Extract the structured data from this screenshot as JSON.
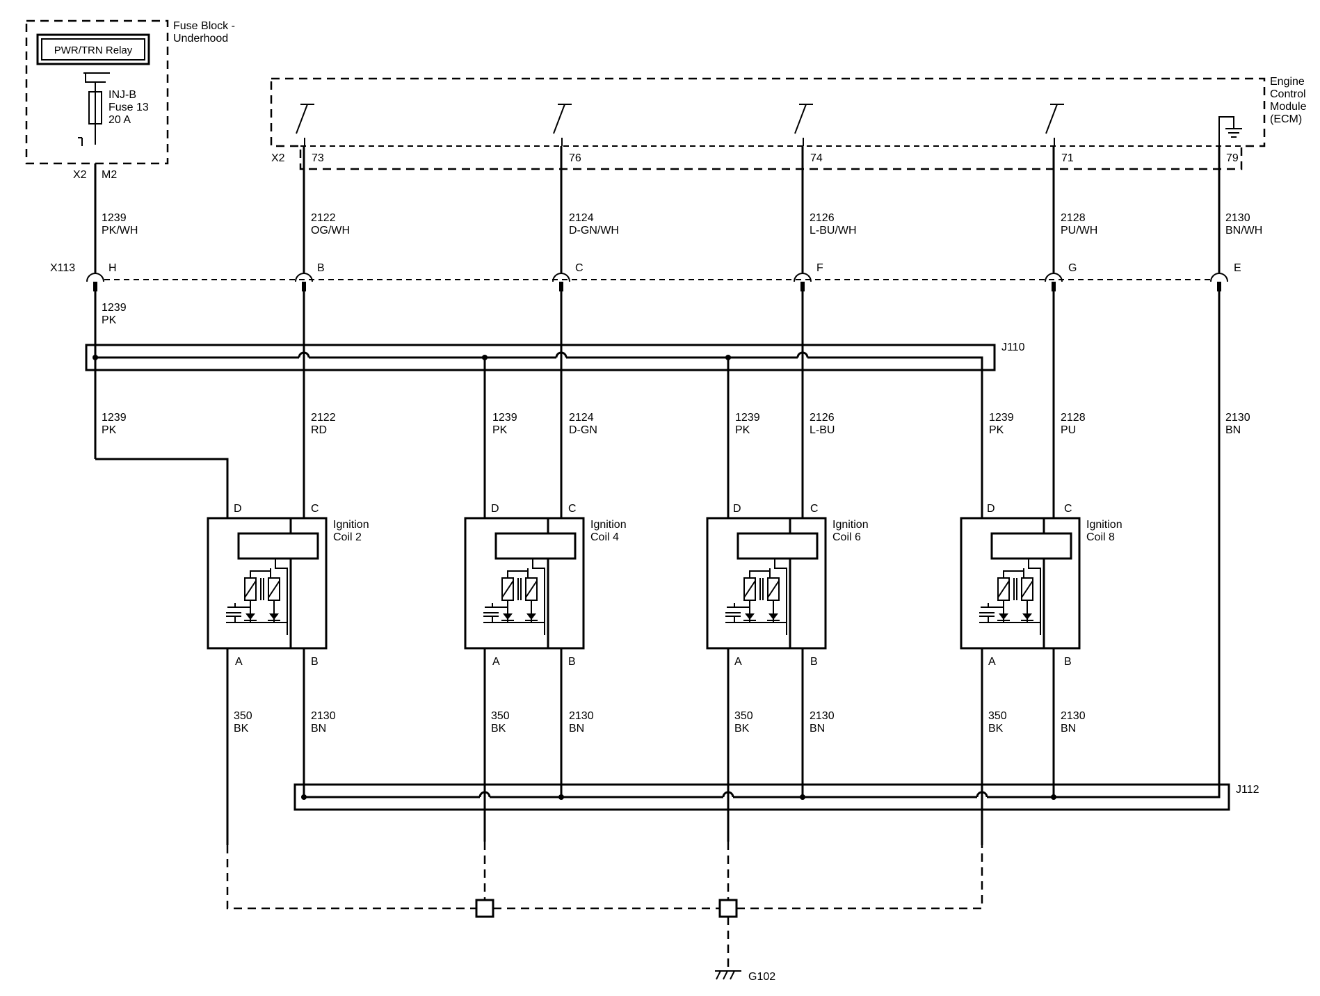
{
  "fuse_block": {
    "title_line1": "Fuse Block -",
    "title_line2": "Underhood",
    "relay": "PWR/TRN Relay",
    "fuse_line1": "INJ-B",
    "fuse_line2": "Fuse 13",
    "fuse_line3": "20 A",
    "connector": "X2",
    "pin": "M2"
  },
  "ecm": {
    "line1": "Engine",
    "line2": "Control",
    "line3": "Module",
    "line4": "(ECM)",
    "connector": "X2",
    "pins": [
      "73",
      "76",
      "74",
      "71",
      "79"
    ]
  },
  "inline_connector": {
    "name": "X113",
    "pins": [
      "H",
      "B",
      "C",
      "F",
      "G",
      "E"
    ]
  },
  "circuits_upper": [
    {
      "num": "1239",
      "color": "PK/WH"
    },
    {
      "num": "2122",
      "color": "OG/WH"
    },
    {
      "num": "2124",
      "color": "D-GN/WH"
    },
    {
      "num": "2126",
      "color": "L-BU/WH"
    },
    {
      "num": "2128",
      "color": "PU/WH"
    },
    {
      "num": "2130",
      "color": "BN/WH"
    }
  ],
  "circuit_mid": {
    "num": "1239",
    "color": "PK"
  },
  "splice_j110": "J110",
  "splice_j112": "J112",
  "circuits_lower": [
    {
      "num": "1239",
      "color": "PK"
    },
    {
      "num": "2122",
      "color": "RD"
    },
    {
      "num": "1239",
      "color": "PK"
    },
    {
      "num": "2124",
      "color": "D-GN"
    },
    {
      "num": "1239",
      "color": "PK"
    },
    {
      "num": "2126",
      "color": "L-BU"
    },
    {
      "num": "1239",
      "color": "PK"
    },
    {
      "num": "2128",
      "color": "PU"
    },
    {
      "num": "2130",
      "color": "BN"
    }
  ],
  "coils": [
    {
      "name_line1": "Ignition",
      "name_line2": "Coil 2",
      "pin_d": "D",
      "pin_c": "C",
      "pin_a": "A",
      "pin_b": "B"
    },
    {
      "name_line1": "Ignition",
      "name_line2": "Coil 4",
      "pin_d": "D",
      "pin_c": "C",
      "pin_a": "A",
      "pin_b": "B"
    },
    {
      "name_line1": "Ignition",
      "name_line2": "Coil 6",
      "pin_d": "D",
      "pin_c": "C",
      "pin_a": "A",
      "pin_b": "B"
    },
    {
      "name_line1": "Ignition",
      "name_line2": "Coil 8",
      "pin_d": "D",
      "pin_c": "C",
      "pin_a": "A",
      "pin_b": "B"
    }
  ],
  "coil_outputs": [
    {
      "gnd_num": "350",
      "gnd_color": "BK",
      "ret_num": "2130",
      "ret_color": "BN"
    },
    {
      "gnd_num": "350",
      "gnd_color": "BK",
      "ret_num": "2130",
      "ret_color": "BN"
    },
    {
      "gnd_num": "350",
      "gnd_color": "BK",
      "ret_num": "2130",
      "ret_color": "BN"
    },
    {
      "gnd_num": "350",
      "gnd_color": "BK",
      "ret_num": "2130",
      "ret_color": "BN"
    }
  ],
  "ground": "G102"
}
